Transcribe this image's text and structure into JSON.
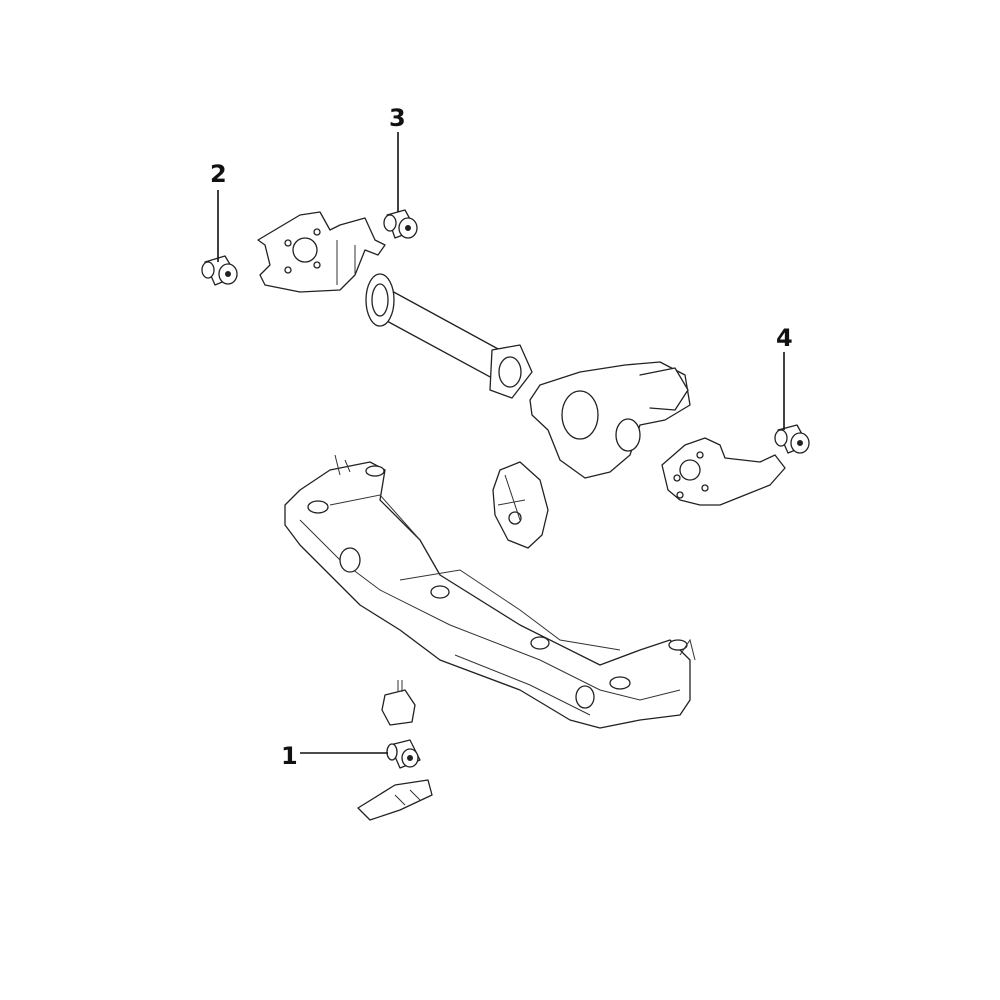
{
  "diagram": {
    "callouts": [
      {
        "number": "1",
        "part": "bushing"
      },
      {
        "number": "2",
        "part": "bushing"
      },
      {
        "number": "3",
        "part": "bushing"
      },
      {
        "number": "4",
        "part": "bushing"
      }
    ]
  }
}
